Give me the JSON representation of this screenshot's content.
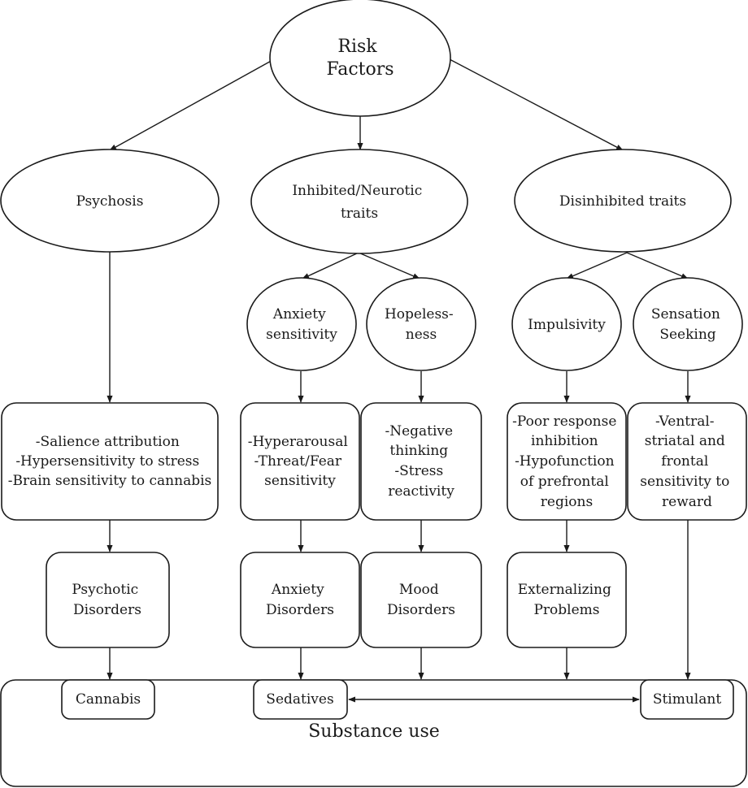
{
  "root": {
    "lines": [
      "Risk",
      "Factors"
    ]
  },
  "traits": {
    "psychosis": {
      "lines": [
        "Psychosis"
      ]
    },
    "inhibited": {
      "lines": [
        "Inhibited/Neurotic",
        "traits"
      ]
    },
    "disinhibited": {
      "lines": [
        "Disinhibited traits"
      ]
    }
  },
  "subtraits": {
    "anxiety_sensitivity": {
      "lines": [
        "Anxiety",
        "sensitivity"
      ]
    },
    "hopelessness": {
      "lines": [
        "Hopeless-",
        "ness"
      ]
    },
    "impulsivity": {
      "lines": [
        "Impulsivity"
      ]
    },
    "sensation_seeking": {
      "lines": [
        "Sensation",
        "Seeking"
      ]
    }
  },
  "mechanisms": {
    "psychosis": {
      "lines": [
        "-Salience attribution",
        "-Hypersensitivity to stress",
        "-Brain sensitivity to cannabis"
      ]
    },
    "anxiety": {
      "lines": [
        "-Hyperarousal",
        "-Threat/Fear",
        "sensitivity"
      ]
    },
    "hopelessness": {
      "lines": [
        "-Negative",
        "thinking",
        "-Stress",
        "reactivity"
      ]
    },
    "impulsivity": {
      "lines": [
        "-Poor response",
        "inhibition",
        "-Hypofunction",
        "of prefrontal",
        "regions"
      ]
    },
    "sensation": {
      "lines": [
        "-Ventral-",
        "striatal and",
        "frontal",
        "sensitivity to",
        "reward"
      ]
    }
  },
  "disorders": {
    "psychotic": {
      "lines": [
        "Psychotic",
        "Disorders"
      ]
    },
    "anxiety": {
      "lines": [
        "Anxiety",
        "Disorders"
      ]
    },
    "mood": {
      "lines": [
        "Mood",
        "Disorders"
      ]
    },
    "externalizing": {
      "lines": [
        "Externalizing",
        "Problems"
      ]
    }
  },
  "substance_use": {
    "title": "Substance use",
    "cannabis": "Cannabis",
    "sedatives": "Sedatives",
    "stimulant": "Stimulant"
  }
}
